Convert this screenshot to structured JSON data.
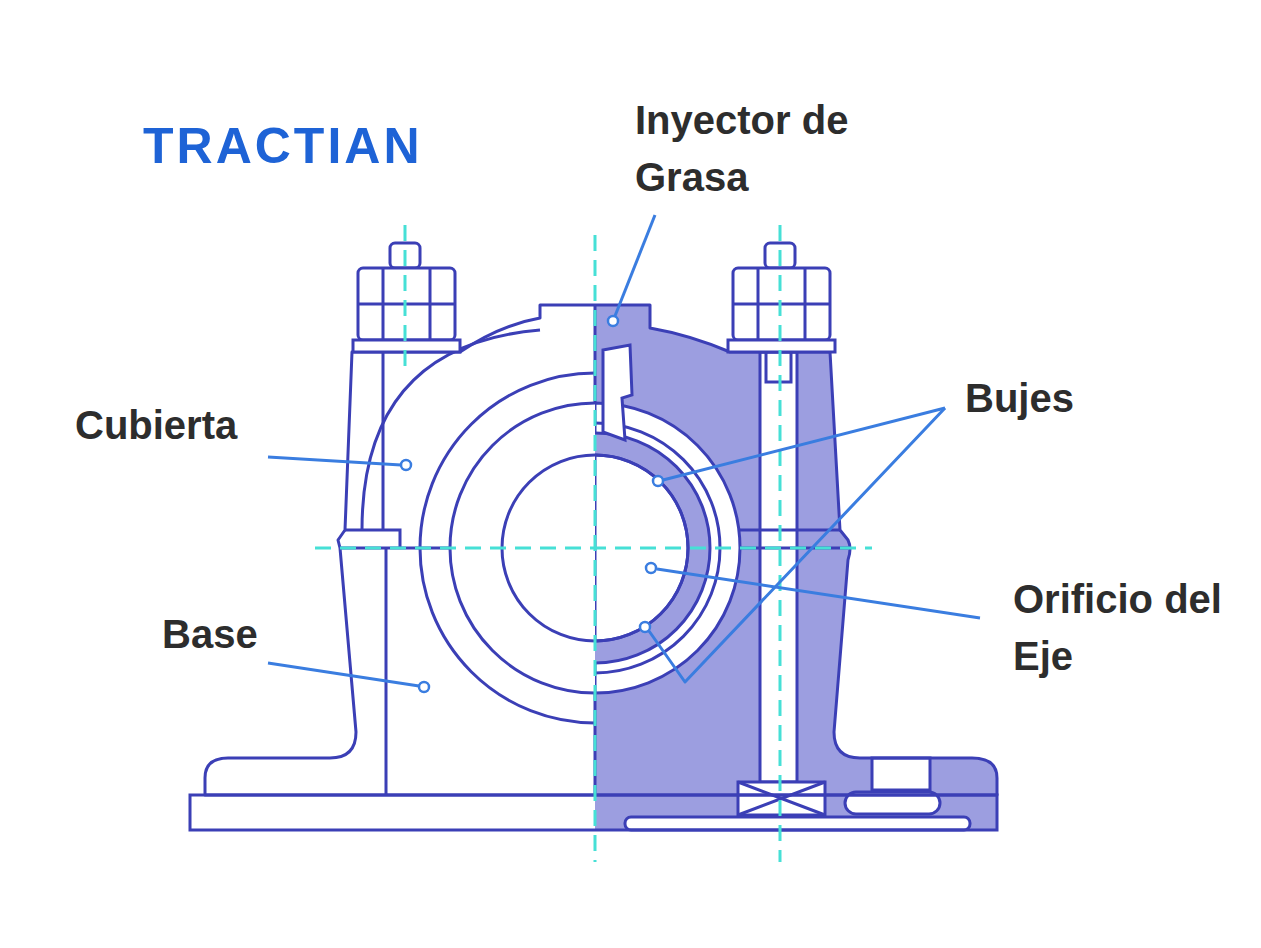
{
  "diagram": {
    "labels": [
      "TRACTIAN",
      "Inyector de Grasa",
      "Cubierta",
      "Bujes",
      "Base",
      "Orificio del Eje"
    ]
  }
}
